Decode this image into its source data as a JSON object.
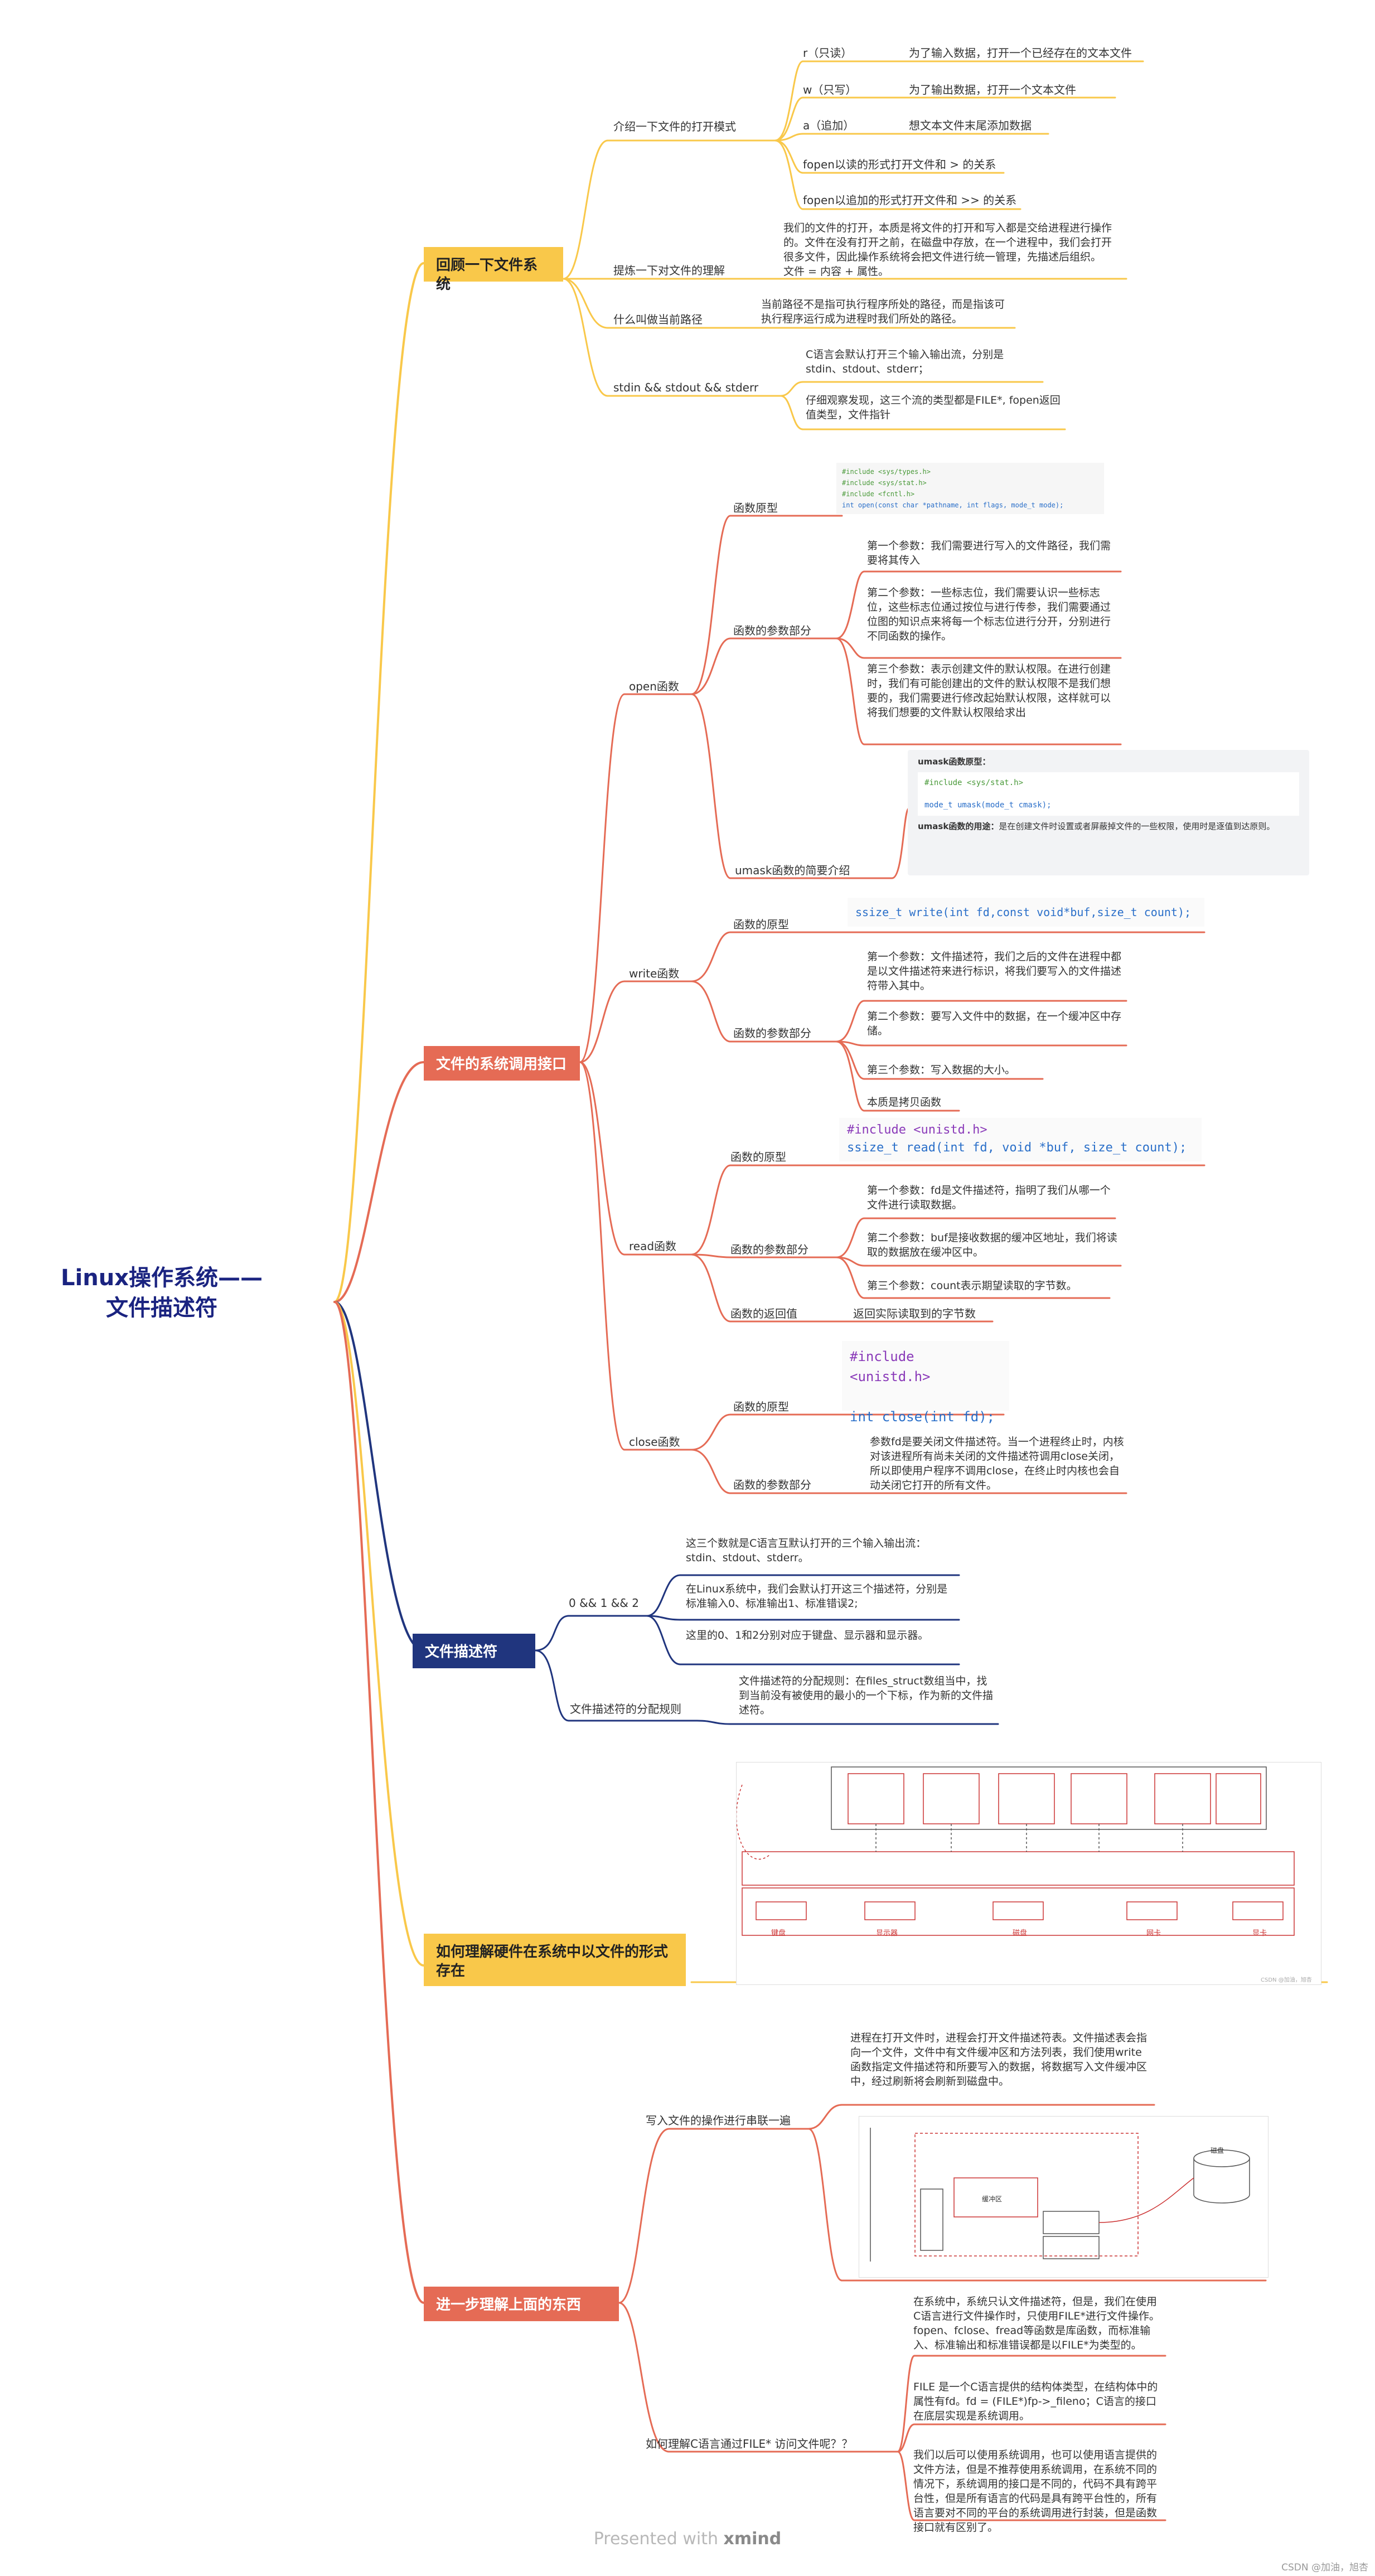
{
  "root": {
    "title": "Linux操作系统——文件描述符"
  },
  "colors": {
    "yellow": "#f9c84a",
    "red": "#e56b55",
    "blue": "#20357e",
    "root_text": "#1a2380"
  },
  "branch1": {
    "title": "回顾一下文件系统",
    "open_modes": {
      "label": "介绍一下文件的打开模式",
      "items": [
        {
          "mode": "r（只读）",
          "desc": "为了输入数据，打开一个已经存在的文本文件"
        },
        {
          "mode": "w（只写）",
          "desc": "为了输出数据，打开一个文本文件"
        },
        {
          "mode": "a（追加）",
          "desc": "想文本文件末尾添加数据"
        },
        {
          "mode": "fopen以读的形式打开文件和 > 的关系",
          "desc": ""
        },
        {
          "mode": "fopen以追加的形式打开文件和 >> 的关系",
          "desc": ""
        }
      ]
    },
    "refine": {
      "label": "提炼一下对文件的理解",
      "text": "我们的文件的打开，本质是将文件的打开和写入都是交给进程进行操作的。文件在没有打开之前，在磁盘中存放，在一个进程中，我们会打开很多文件，因此操作系统将会把文件进行统一管理，先描述后组织。 文件 = 内容 + 属性。"
    },
    "cwd": {
      "label": "什么叫做当前路径",
      "text": "当前路径不是指可执行程序所处的路径，而是指该可执行程序运行成为进程时我们所处的路径。"
    },
    "stdio": {
      "label": "stdin && stdout && stderr",
      "text1": "C语言会默认打开三个输入输出流，分别是stdin、stdout、stderr；",
      "text2": "仔细观察发现，这三个流的类型都是FILE*, fopen返回值类型，文件指针"
    }
  },
  "branch2": {
    "title": "文件的系统调用接口",
    "open": {
      "label": "open函数",
      "proto_label": "函数原型",
      "code": [
        "#include <sys/types.h>",
        "#include <sys/stat.h>",
        "#include <fcntl.h>",
        "int open(const char *pathname, int flags, mode_t mode);"
      ],
      "params_label": "函数的参数部分",
      "params": [
        "第一个参数：我们需要进行写入的文件路径，我们需要将其传入",
        "第二个参数：一些标志位，我们需要认识一些标志位，这些标志位通过按位与进行传参，我们需要通过位图的知识点来将每一个标志位进行分开，分别进行不同函数的操作。",
        "第三个参数：表示创建文件的默认权限。在进行创建时，我们有可能创建出的文件的默认权限不是我们想要的，我们需要进行修改起始默认权限，这样就可以将我们想要的文件默认权限给求出"
      ],
      "umask_label": "umask函数的简要介绍",
      "umask_title": "umask函数原型：",
      "umask_code": [
        "#include <sys/stat.h>",
        "mode_t umask(mode_t cmask);"
      ],
      "umask_use_title": "umask函数的用途：",
      "umask_use": "是在创建文件时设置或者屏蔽掉文件的一些权限，使用时是逐值到达原则。"
    },
    "write": {
      "label": "write函数",
      "proto_label": "函数的原型",
      "code": "ssize_t write(int fd,const void*buf,size_t count);",
      "params_label": "函数的参数部分",
      "params": [
        "第一个参数：文件描述符，我们之后的文件在进程中都是以文件描述符来进行标识，将我们要写入的文件描述符带入其中。",
        "第二个参数：要写入文件中的数据，在一个缓冲区中存储。",
        "第三个参数：写入数据的大小。",
        "本质是拷贝函数"
      ]
    },
    "read": {
      "label": "read函数",
      "proto_label": "函数的原型",
      "code": [
        "#include <unistd.h>",
        "ssize_t read(int fd, void *buf, size_t count);"
      ],
      "params_label": "函数的参数部分",
      "params": [
        "第一个参数：fd是文件描述符，指明了我们从哪一个文件进行读取数据。",
        "第二个参数：buf是接收数据的缓冲区地址，我们将读取的数据放在缓冲区中。",
        "第三个参数：count表示期望读取的字节数。"
      ],
      "ret_label": "函数的返回值",
      "ret": "返回实际读取到的字节数"
    },
    "close": {
      "label": "close函数",
      "proto_label": "函数的原型",
      "code": [
        "#include <unistd.h>",
        "int close(int fd);"
      ],
      "params_label": "函数的参数部分",
      "params": "参数fd是要关闭文件描述符。当一个进程终止时，内核对该进程所有尚未关闭的文件描述符调用close关闭，所以即使用户程序不调用close，在终止时内核也会自动关闭它打开的所有文件。"
    }
  },
  "branch3": {
    "title": "文件描述符",
    "fd012": {
      "label": "0 && 1 && 2",
      "items": [
        "这三个数就是C语言互默认打开的三个输入输出流：stdin、stdout、stderr。",
        "在Linux系统中，我们会默认打开这三个描述符，分别是标准输入0、标准输出1、标准错误2;",
        "这里的0、1和2分别对应于键盘、显示器和显示器。"
      ]
    },
    "alloc": {
      "label": "文件描述符的分配规则",
      "text": "文件描述符的分配规则：在files_struct数组当中，找到当前没有被使用的最小的一个下标，作为新的文件描述符。"
    }
  },
  "branch4": {
    "title": "如何理解硬件在系统中以文件的形式存在",
    "figure": {
      "devices": [
        "键盘",
        "显示器",
        "磁盘",
        "网卡",
        "显卡"
      ],
      "watermark": "CSDN @加油，旭杏"
    }
  },
  "branch5": {
    "title": "进一步理解上面的东西",
    "write_flow": {
      "label": "写入文件的操作进行串联一遍",
      "text": "进程在打开文件时，进程会打开文件描述符表。文件描述表会指向一个文件，文件中有文件缓冲区和方法列表，我们使用write函数指定文件描述符和所要写入的数据，将数据写入文件缓冲区中，经过刷新将会刷新到磁盘中。",
      "figure_labels": [
        "磁盘",
        "缓冲区"
      ]
    },
    "c_file": {
      "label": "如何理解C语言通过FILE* 访问文件呢？？",
      "items": [
        "在系统中，系统只认文件描述符，但是，我们在使用C语言进行文件操作时，只使用FILE*进行文件操作。fopen、fclose、fread等函数是库函数，而标准输入、标准输出和标准错误都是以FILE*为类型的。",
        "FILE 是一个C语言提供的结构体类型，在结构体中的属性有fd。fd = (FILE*)fp->_fileno；C语言的接口在底层实现是系统调用。",
        "我们以后可以使用系统调用，也可以使用语言提供的文件方法，但是不推荐使用系统调用，在系统不同的情况下，系统调用的接口是不同的，代码不具有跨平台性，但是所有语言的代码是具有跨平台性的，所有语言要对不同的平台的系统调用进行封装，但是函数接口就有区别了。"
      ]
    }
  },
  "footer": {
    "presented": "Presented with",
    "brand": "xmind",
    "csdn": "CSDN @加油，旭杏"
  }
}
